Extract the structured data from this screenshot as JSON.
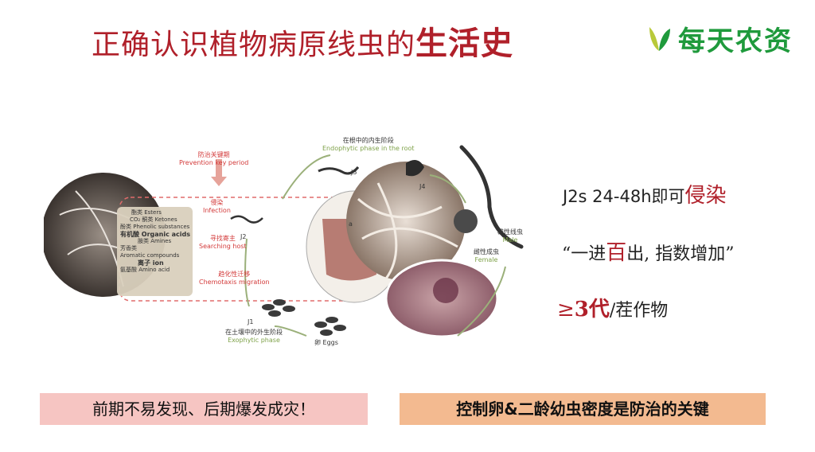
{
  "header": {
    "title_main": "正确认识植物病原线虫的",
    "title_emphasis": "生活史",
    "logo_text": "每天农资",
    "brand_color": "#1f9a3c",
    "title_color": "#b0202a"
  },
  "diagram": {
    "prevention_cn": "防治关键期",
    "prevention_en": "Prevention key period",
    "endophytic_cn": "在根中的内生阶段",
    "endophytic_en": "Endophytic phase in the root",
    "exophytic_cn": "在土壤中的外生阶段",
    "exophytic_en": "Exophytic phase",
    "infection_cn": "侵染",
    "infection_en": "Infection",
    "search_cn": "寻找寄主",
    "search_en": "Searching host",
    "chemotaxis_cn": "趋化性迁移",
    "chemotaxis_en": "Chemotaxis migration",
    "male_cn": "雄性线虫",
    "male_en": "Male",
    "female_cn": "雌性成虫",
    "female_en": "Female",
    "eggs": "卵 Eggs",
    "stage_j1": "J1",
    "stage_j2": "J2",
    "stage_j3": "J3",
    "stage_j4": "J4",
    "root_label": "a",
    "compounds": [
      "酯类 Esters",
      "CO₂ 酮类 Ketones",
      "酚类 Phenolic substances",
      "有机酸 Organic acids",
      "胺类 Amines",
      "芳香类",
      "Aromatic compounds",
      "离子 ion",
      "氨基酸 Amino acid"
    ]
  },
  "side_notes": {
    "line1_prefix": "J2s 24-48h即可",
    "line1_emph": "侵染",
    "line2_open": "“一进",
    "line2_emph": "百",
    "line2_rest": "出, 指数增加”",
    "line3_symbol": "≥",
    "line3_emph": "3代",
    "line3_rest": "/茬作物"
  },
  "footer": {
    "left_text": "前期不易发现、后期爆发成灾！",
    "right_text": "控制卵&二龄幼虫密度是防治的关键",
    "left_color": "#f6c5c2",
    "right_color": "#f3ba90"
  }
}
